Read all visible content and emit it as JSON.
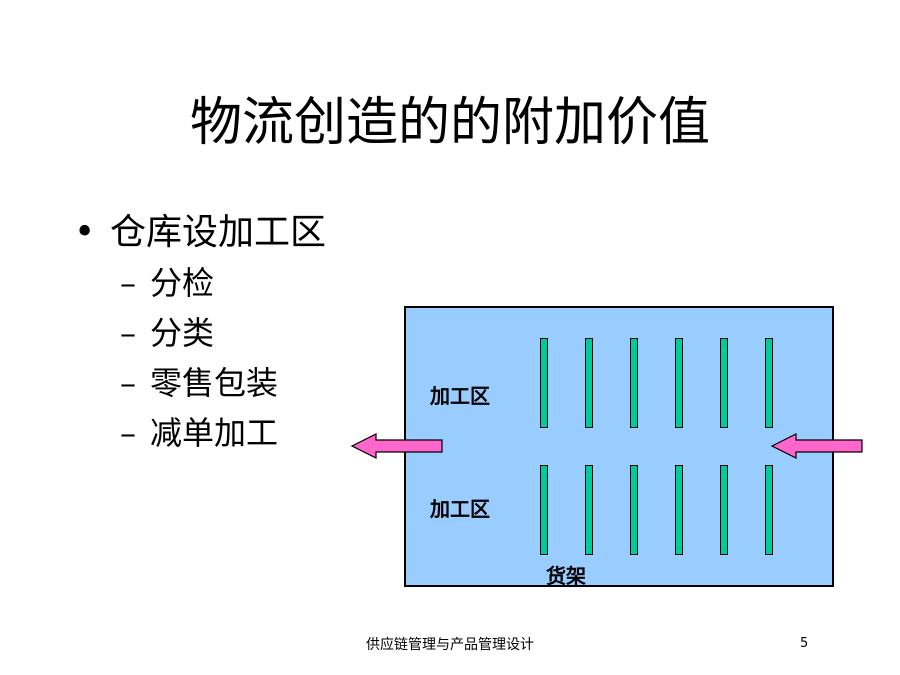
{
  "slide": {
    "title": "物流创造的的附加价值",
    "bullet": {
      "marker": "•",
      "text": "仓库设加工区"
    },
    "sub_items": [
      {
        "marker": "–",
        "text": "分检"
      },
      {
        "marker": "–",
        "text": "分类"
      },
      {
        "marker": "–",
        "text": "零售包装"
      },
      {
        "marker": "–",
        "text": "减单加工"
      }
    ]
  },
  "diagram": {
    "zone_top_label": "加工区",
    "zone_bottom_label": "加工区",
    "rack_label": "货架",
    "colors": {
      "warehouse": "#99ccff",
      "rack": "#00cc99",
      "arrow": "#ff66cc"
    }
  },
  "footer": {
    "text": "供应链管理与产品管理设计",
    "page_number": "5"
  }
}
